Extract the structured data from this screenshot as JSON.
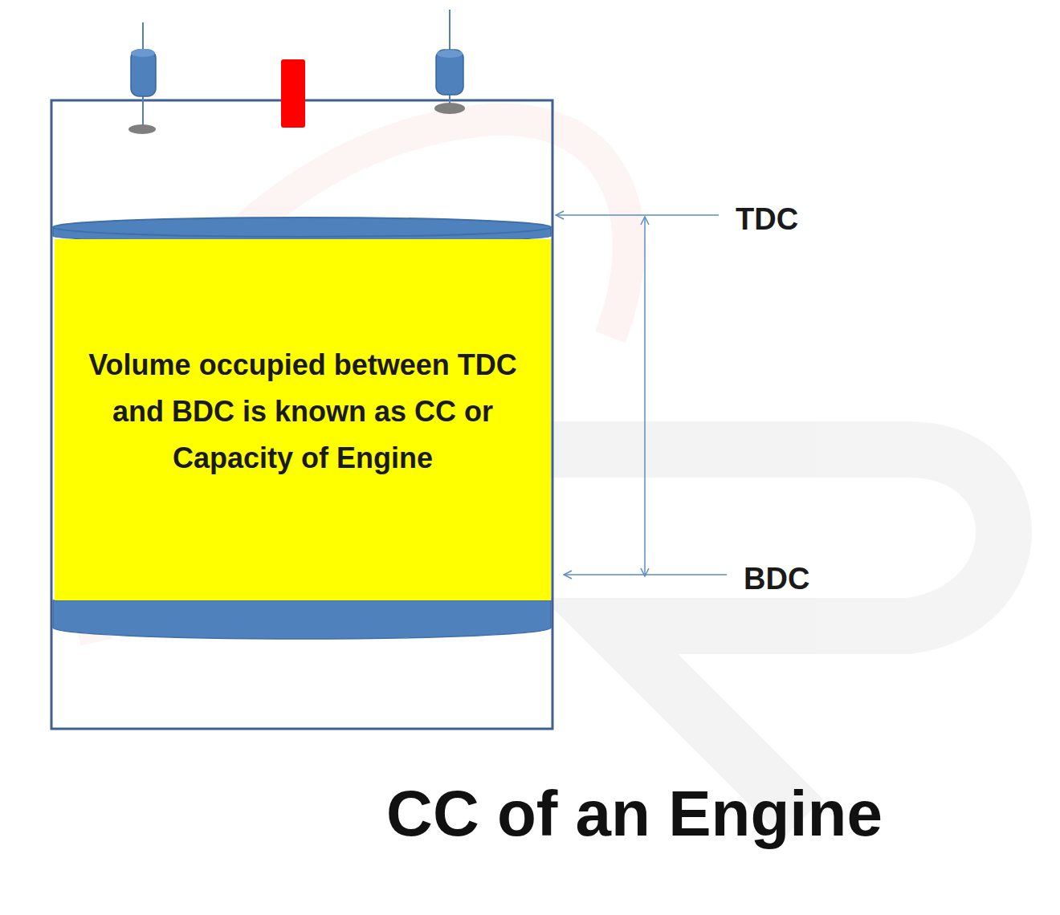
{
  "diagram": {
    "title": "CC of an Engine",
    "nodes": [
      {
        "text": [
          "Volume occupied between TDC and BDC is known as CC or Capacity of Engine"
        ]
      }
    ],
    "labels": [
      "TDC",
      "BDC"
    ]
  }
}
